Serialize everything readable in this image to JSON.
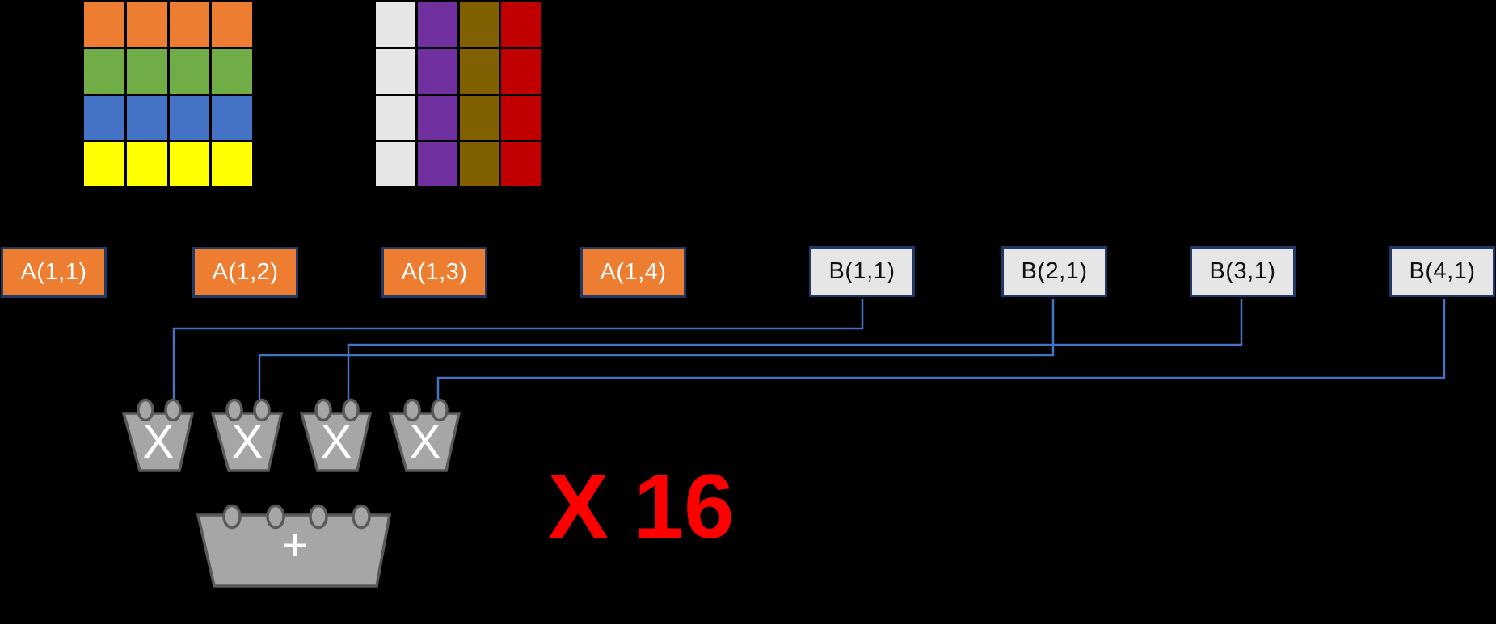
{
  "colors": {
    "background": "#000000",
    "connector": "#4472C4",
    "box_border": "#1F3864",
    "a_box_fill": "#ED7D31",
    "a_box_text": "#FFFFFF",
    "b_box_fill": "#E7E6E6",
    "b_box_text": "#111111",
    "unit_fill": "#A6A6A6",
    "unit_border": "#595959",
    "unit_symbol": "#FFFFFF",
    "annotation": "#FF0000"
  },
  "matrix_a": {
    "pattern": "rows",
    "size": 4,
    "colors": [
      "#ED7D31",
      "#70AD47",
      "#4472C4",
      "#FFFF00"
    ]
  },
  "matrix_b": {
    "pattern": "columns",
    "size": 4,
    "colors": [
      "#E7E6E6",
      "#7030A0",
      "#806000",
      "#C00000"
    ]
  },
  "operand_boxes": {
    "a": [
      {
        "label": "A(1,1)"
      },
      {
        "label": "A(1,2)"
      },
      {
        "label": "A(1,3)"
      },
      {
        "label": "A(1,4)"
      }
    ],
    "b": [
      {
        "label": "B(1,1)"
      },
      {
        "label": "B(2,1)"
      },
      {
        "label": "B(3,1)"
      },
      {
        "label": "B(4,1)"
      }
    ]
  },
  "units": {
    "multiply_symbol": "X",
    "add_symbol": "+"
  },
  "annotation": {
    "text": "X 16"
  }
}
